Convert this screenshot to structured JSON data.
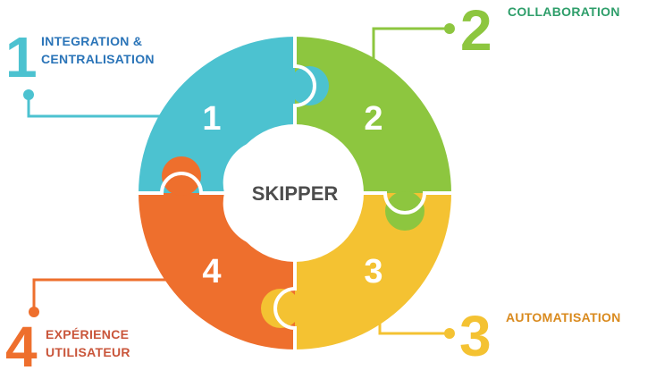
{
  "center": {
    "label": "SKIPPER"
  },
  "colors": {
    "teal": "#4CC2D0",
    "green": "#8DC63F",
    "yellow": "#F4C232",
    "orange": "#EE6F2D",
    "center_text": "#4D4D4D"
  },
  "pieces": [
    {
      "number": "1",
      "color": "#4CC2D0"
    },
    {
      "number": "2",
      "color": "#8DC63F"
    },
    {
      "number": "3",
      "color": "#F4C232"
    },
    {
      "number": "4",
      "color": "#EE6F2D"
    }
  ],
  "callouts": [
    {
      "number": "1",
      "lines": [
        "INTEGRATION &",
        "CENTRALISATION"
      ],
      "number_color": "#4CC2D0",
      "text_color": "#2A74B8",
      "line_color": "#4CC2D0"
    },
    {
      "number": "2",
      "lines": [
        "COLLABORATION"
      ],
      "number_color": "#8DC63F",
      "text_color": "#2E9E6A",
      "line_color": "#8DC63F"
    },
    {
      "number": "3",
      "lines": [
        "AUTOMATISATION"
      ],
      "number_color": "#F4C232",
      "text_color": "#D98A1E",
      "line_color": "#F4C232"
    },
    {
      "number": "4",
      "lines": [
        "EXPÉRIENCE",
        "UTILISATEUR"
      ],
      "number_color": "#EE6F2D",
      "text_color": "#C9553A",
      "line_color": "#EE6F2D"
    }
  ]
}
